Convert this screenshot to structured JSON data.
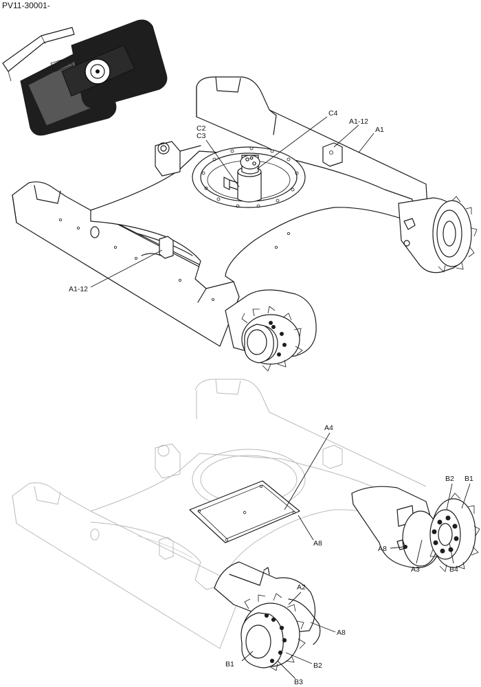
{
  "header": {
    "drawing_code": "PV11-30001-"
  },
  "callouts": {
    "top": {
      "c2": "C2",
      "c3": "C3",
      "c4": "C4",
      "a1_12_upper": "A1-12",
      "a1": "A1",
      "a1_12_lower": "A1-12"
    },
    "bottom": {
      "a4": "A4",
      "a8_plate": "A8",
      "b2_right": "B2",
      "b1_right": "B1",
      "a8_right": "A8",
      "a3": "A3",
      "b4": "B4",
      "a2": "A2",
      "a8_front": "A8",
      "b1_front": "B1",
      "b2_front": "B2",
      "b3": "B3"
    }
  }
}
